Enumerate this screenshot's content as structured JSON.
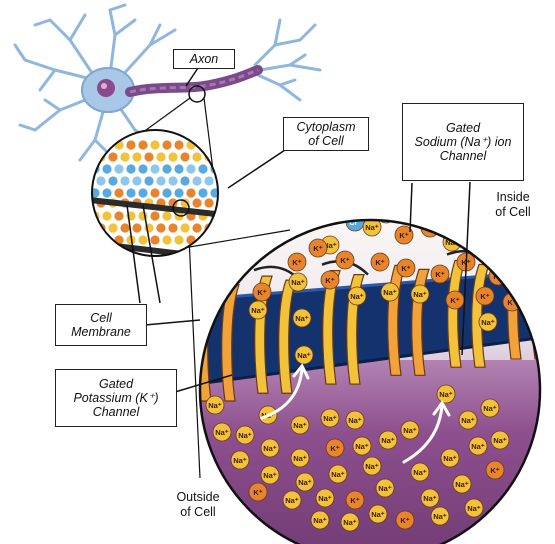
{
  "diagram": {
    "labels": {
      "axon": "Axon",
      "cytoplasm": [
        "Cytoplasm",
        "of Cell"
      ],
      "sodium_channel": [
        "Gated",
        "Sodium (Na⁺) ion",
        "Channel"
      ],
      "inside": [
        "Inside",
        "of Cell"
      ],
      "membrane": [
        "Cell",
        "Membrane"
      ],
      "potassium_channel": [
        "Gated",
        "Potassium (K⁺)",
        "Channel"
      ],
      "outside": [
        "Outside",
        "of Cell"
      ]
    },
    "ions": {
      "sodium": "Na⁺",
      "potassium": "K⁺",
      "chloride": "Cl⁻"
    },
    "colors": {
      "potassium_ion": "#e8842c",
      "sodium_ion": "#f2c23a",
      "chloride_ion": "#5aa8e0",
      "membrane_blue": "#14336e",
      "outside_purple": "#8e4f8e",
      "neuron": "#a9c8e8",
      "axon": "#7a4a8a"
    }
  }
}
